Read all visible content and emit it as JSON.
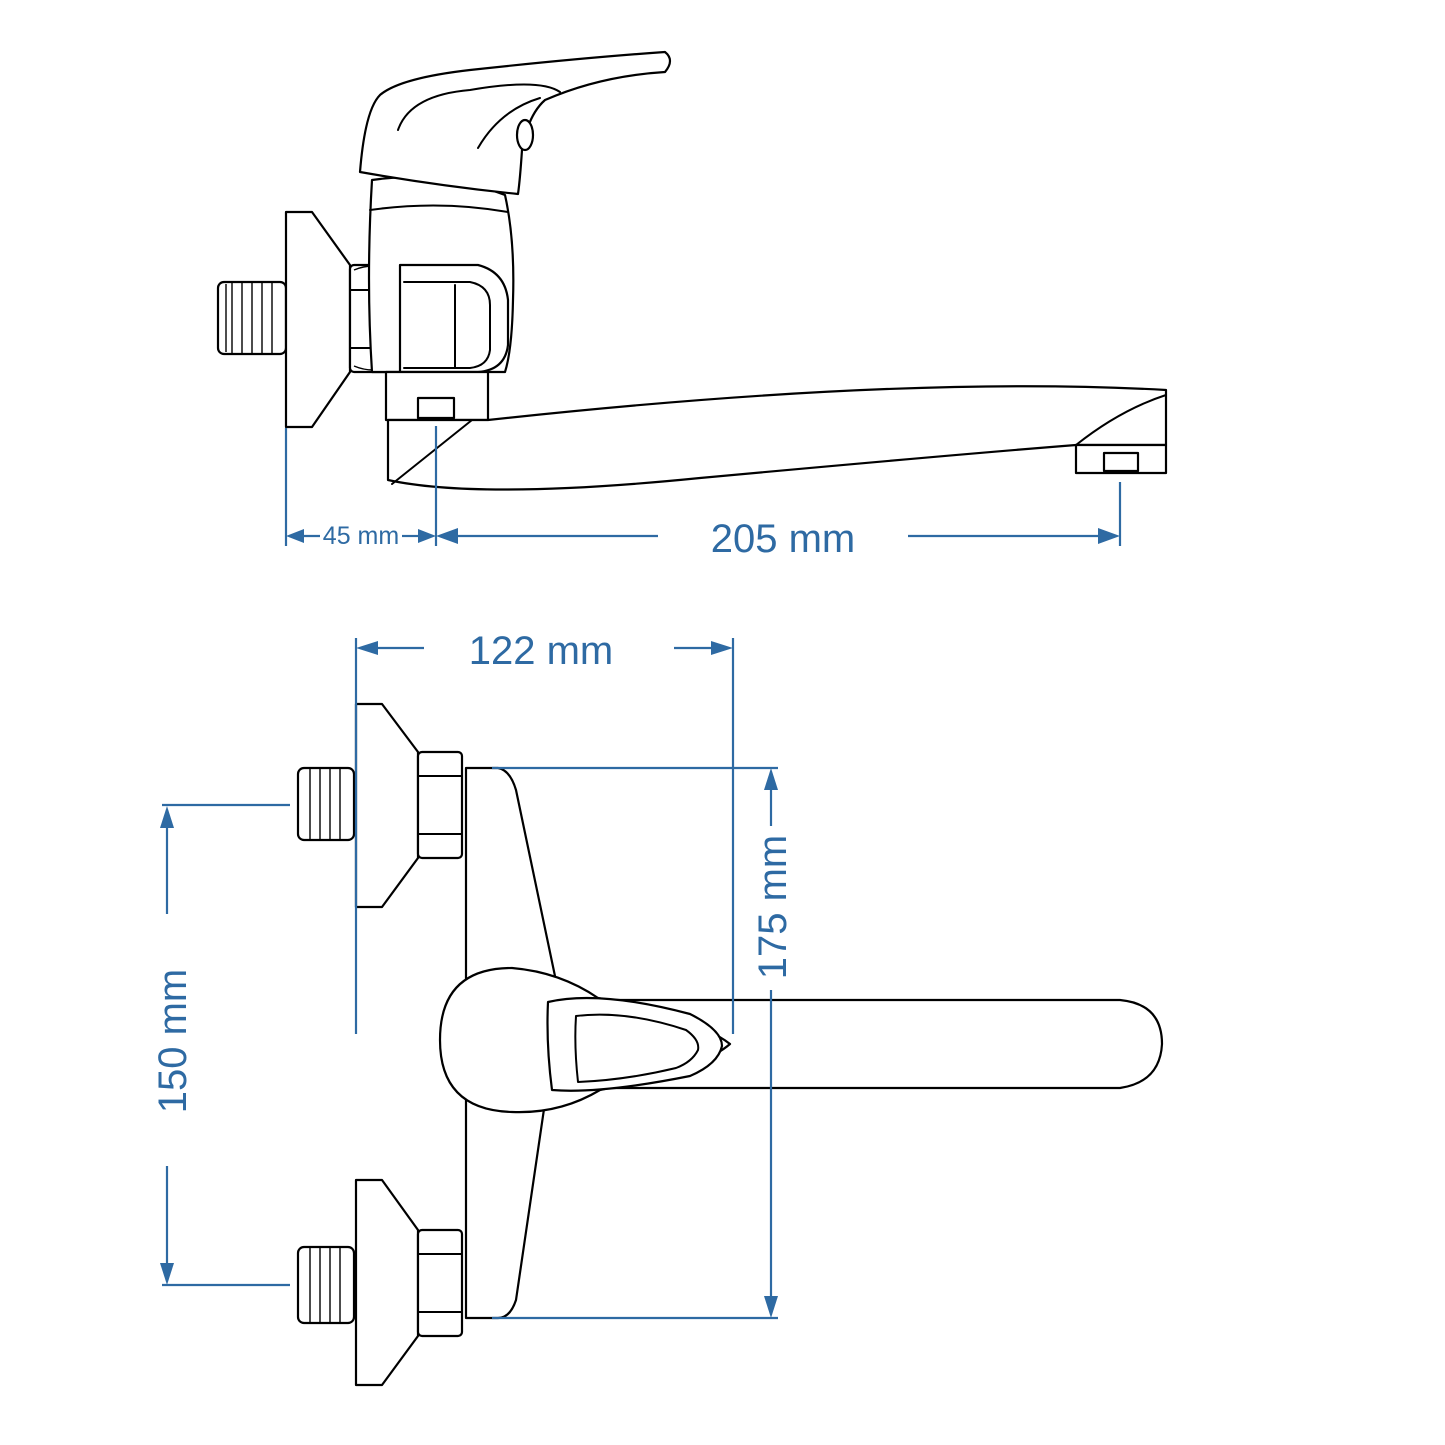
{
  "colors": {
    "dimension": "#2e6aa3",
    "outline": "#000000",
    "background": "#ffffff"
  },
  "side_view": {
    "dim_flange_to_body": "45 mm",
    "dim_spout_reach": "205 mm"
  },
  "front_view": {
    "dim_depth": "122 mm",
    "dim_inlet_spacing": "150 mm",
    "dim_body_height": "175 mm"
  }
}
